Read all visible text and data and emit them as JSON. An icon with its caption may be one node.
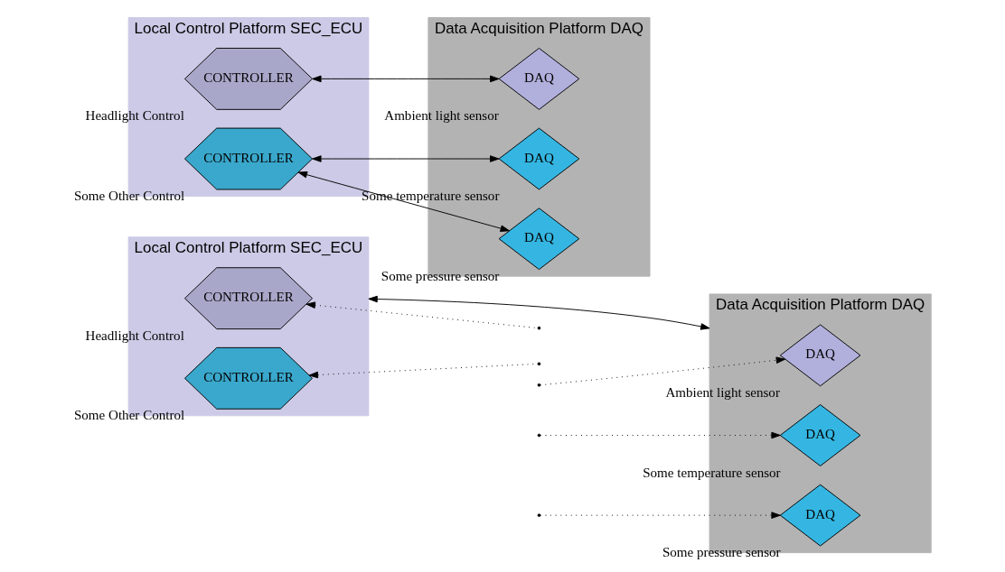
{
  "diagram": {
    "nodes": [
      {
        "text": [
          "Local Control Platform SEC_ECU"
        ]
      },
      {
        "text": [
          "CONTROLLER"
        ],
        "in": 0,
        "beside": [
          "Headlight Control"
        ]
      },
      {
        "text": [
          "CONTROLLER"
        ],
        "in": 0,
        "beside": [
          "Some Other Control"
        ]
      },
      {
        "text": [
          "Data Acquisition Platform DAQ"
        ]
      },
      {
        "text": [
          "DAQ"
        ],
        "in": 3,
        "beside": [
          "Ambient light sensor"
        ]
      },
      {
        "text": [
          "DAQ"
        ],
        "in": 3,
        "beside": [
          "Some temperature sensor"
        ]
      },
      {
        "text": [
          "DAQ"
        ],
        "in": 3,
        "beside": [
          "Some pressure sensor"
        ]
      },
      {
        "text": [
          "Local Control Platform SEC_ECU"
        ]
      },
      {
        "text": [
          "CONTROLLER"
        ],
        "in": 7,
        "beside": [
          "Headlight Control"
        ]
      },
      {
        "text": [
          "CONTROLLER"
        ],
        "in": 7,
        "beside": [
          "Some Other Control"
        ]
      },
      {
        "text": [
          "Data Acquisition Platform DAQ"
        ]
      },
      {
        "text": [
          "DAQ"
        ],
        "in": 10,
        "beside": [
          "Ambient light sensor"
        ]
      },
      {
        "text": [
          "DAQ"
        ],
        "in": 10,
        "beside": [
          "Some temperature sensor"
        ]
      },
      {
        "text": [
          "DAQ"
        ],
        "in": 10,
        "beside": [
          "Some pressure sensor"
        ]
      }
    ],
    "edges": [
      {
        "from": 1,
        "to": 4,
        "arrow": "both"
      },
      {
        "from": 2,
        "to": 5,
        "arrow": "both"
      },
      {
        "from": 2,
        "to": 6,
        "arrow": "both"
      },
      {
        "from": 7,
        "to": 10,
        "arrow": "both"
      },
      {
        "from": null,
        "to": 8,
        "arrow": "to",
        "style": "dashed"
      },
      {
        "from": null,
        "to": 9,
        "arrow": "to",
        "style": "dashed"
      },
      {
        "from": null,
        "to": 11,
        "arrow": "to",
        "style": "dashed"
      },
      {
        "from": null,
        "to": 12,
        "arrow": "to",
        "style": "dashed"
      },
      {
        "from": null,
        "to": 13,
        "arrow": "to",
        "style": "dashed"
      }
    ]
  }
}
